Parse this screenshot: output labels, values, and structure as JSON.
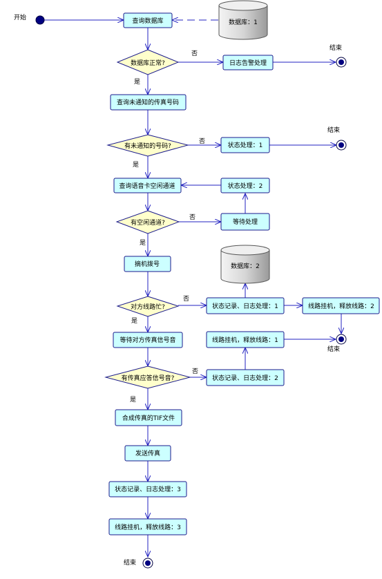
{
  "labels": {
    "start": "开始",
    "end": "结束",
    "yes": "是",
    "no": "否"
  },
  "nodes": {
    "query_db": "查询数据库",
    "db1": "数据库：1",
    "db_ok": "数据库正常?",
    "log_handle": "日志告警处理",
    "query_unnotified": "查询未通知的传真号码",
    "has_unnotified": "有未通知的号码?",
    "state_handle_1": "状态处理：1",
    "query_free_channel": "查询语音卡空闲通道",
    "state_handle_2": "状态处理：2",
    "has_free_channel": "有空闲通道?",
    "wait_handle": "等待处理",
    "dial": "摘机拨号",
    "db2": "数据库：2",
    "line_busy": "对方线路忙?",
    "record_log_1": "状态记录、日志处理：1",
    "release_line_2": "线路挂机，释放线路：2",
    "wait_fax_tone": "等待对方传真信号音",
    "release_line_1": "线路挂机，释放线路：1",
    "has_fax_tone": "有传真应答信号音?",
    "record_log_2": "状态记录、日志处理：2",
    "make_tif": "合成传真的TIF文件",
    "send_fax": "发送传真",
    "record_log_3": "状态记录、日志处理：3",
    "release_line_3": "线路挂机，释放线路：3"
  },
  "colors": {
    "box_fill": "#ccffff",
    "box_stroke": "#1a1a8c",
    "decision_fill": "#ffffcc",
    "arrow": "#2020c0",
    "db_fill": "#d8d8d8",
    "start_fill": "#000080"
  }
}
